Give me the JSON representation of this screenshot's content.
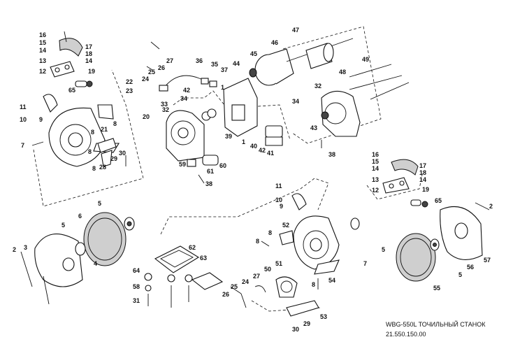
{
  "title": {
    "model_line": "WBG-550L ТОЧИЛЬНЫЙ СТАНОК",
    "code_line": "21.550.150.00"
  },
  "labels": {
    "l1": "1",
    "l2": "2",
    "l3": "3",
    "l4": "4",
    "l5": "5",
    "l6": "6",
    "l7": "7",
    "l8": "8",
    "l9": "9",
    "l10": "10",
    "l11": "11",
    "l12": "12",
    "l13": "13",
    "l14": "14",
    "l15": "15",
    "l16": "16",
    "l17": "17",
    "l18": "18",
    "l19": "19",
    "l20": "20",
    "l21": "21",
    "l22": "22",
    "l23": "23",
    "l24": "24",
    "l25": "25",
    "l26": "26",
    "l27": "27",
    "l28": "28",
    "l29": "29",
    "l30": "30",
    "l31": "31",
    "l32": "32",
    "l33": "33",
    "l34": "34",
    "l35": "35",
    "l36": "36",
    "l37": "37",
    "l38": "38",
    "l39": "39",
    "l40": "40",
    "l41": "41",
    "l42": "42",
    "l43": "43",
    "l44": "44",
    "l45": "45",
    "l46": "46",
    "l47": "47",
    "l48": "48",
    "l49": "49",
    "l50": "50",
    "l51": "51",
    "l52": "52",
    "l53": "53",
    "l54": "54",
    "l55": "55",
    "l56": "56",
    "l57": "57",
    "l58": "58",
    "l59": "59",
    "l60": "60",
    "l61": "61",
    "l62": "62",
    "l63": "63",
    "l64": "64",
    "l65": "65"
  }
}
